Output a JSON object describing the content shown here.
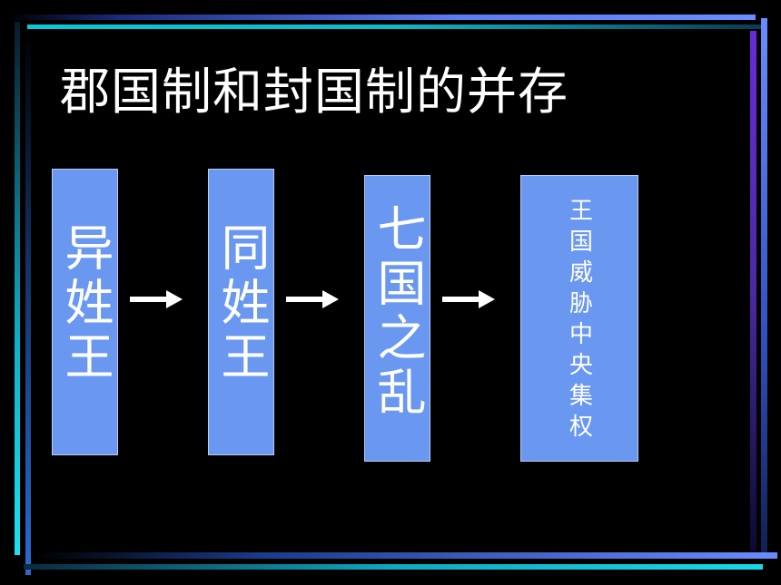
{
  "title": "郡国制和封国制的并存",
  "diagram": {
    "steps": [
      {
        "label": "异姓王"
      },
      {
        "label": "同姓王"
      },
      {
        "label": "七国之乱"
      },
      {
        "label": "王国威胁中央集权"
      }
    ]
  },
  "colors": {
    "background": "#000000",
    "box_fill": "#6a98f0",
    "text": "#ffffff",
    "arrow": "#ffffff"
  }
}
